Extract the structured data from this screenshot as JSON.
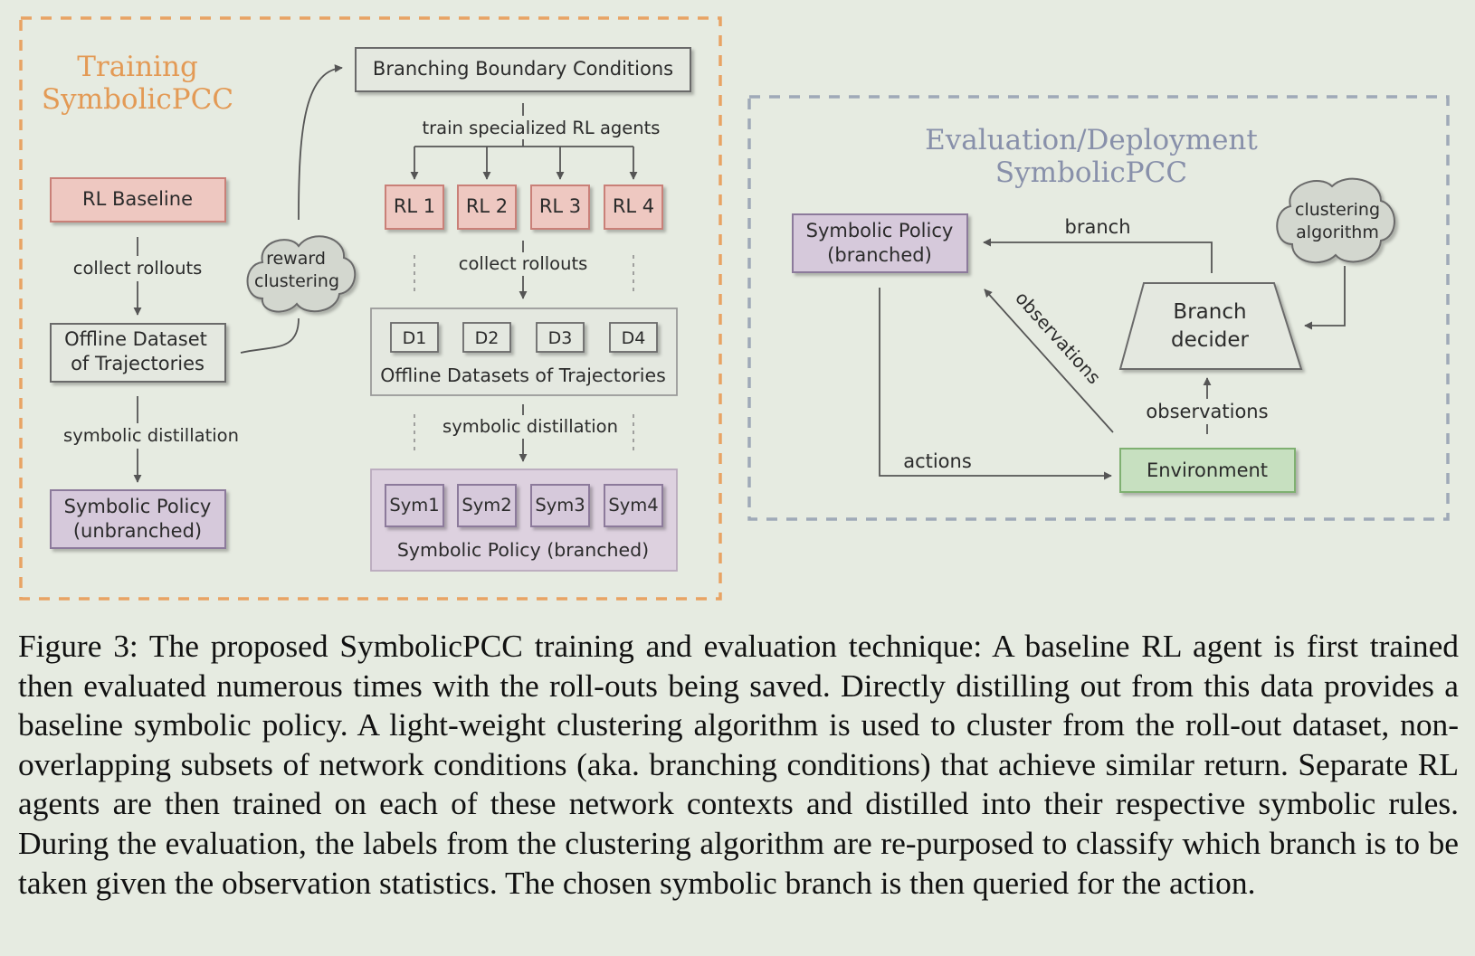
{
  "training": {
    "title_line1": "Training",
    "title_line2": "SymbolicPCC",
    "rl_baseline": "RL Baseline",
    "collect_rollouts": "collect rollouts",
    "offline_dataset_line1": "Offline Dataset",
    "offline_dataset_line2": "of Trajectories",
    "symbolic_distillation": "symbolic distillation",
    "symbolic_unbranched_line1": "Symbolic Policy",
    "symbolic_unbranched_line2": "(unbranched)",
    "reward_clustering_line1": "reward",
    "reward_clustering_line2": "clustering",
    "branching_conditions": "Branching Boundary Conditions",
    "train_agents": "train specialized RL agents",
    "rl_agents": [
      "RL 1",
      "RL 2",
      "RL 3",
      "RL 4"
    ],
    "collect_rollouts_2": "collect rollouts",
    "datasets": [
      "D1",
      "D2",
      "D3",
      "D4"
    ],
    "datasets_label": "Offline Datasets of Trajectories",
    "symbolic_distillation_2": "symbolic distillation",
    "syms": [
      "Sym1",
      "Sym2",
      "Sym3",
      "Sym4"
    ],
    "sym_branched_label": "Symbolic Policy (branched)"
  },
  "evaluation": {
    "title_line1": "Evaluation/Deployment",
    "title_line2": "SymbolicPCC",
    "symbolic_branched_line1": "Symbolic Policy",
    "symbolic_branched_line2": "(branched)",
    "branch": "branch",
    "clustering_line1": "clustering",
    "clustering_line2": "algorithm",
    "branch_decider_line1": "Branch",
    "branch_decider_line2": "decider",
    "observations_diag": "observations",
    "observations": "observations",
    "actions": "actions",
    "environment": "Environment"
  },
  "colors": {
    "training_border": "#e8a364",
    "training_title": "#e39a55",
    "eval_border": "#9fa9b8",
    "eval_title": "#8890aa",
    "rl_fill": "#eec8c1",
    "rl_stroke": "#c98078",
    "sym_fill": "#d6c9db",
    "sym_stroke": "#8c7a9b",
    "gray_fill": "#e4e8e0",
    "gray_stroke": "#6a6a6a",
    "env_fill": "#c7e0c0",
    "env_stroke": "#7fb071"
  },
  "caption": "Figure 3: The proposed SymbolicPCC training and evaluation technique: A baseline RL agent is first trained then evaluated numerous times with the roll-outs being saved. Directly distilling out from this data provides a baseline symbolic policy. A light-weight clustering algorithm is used to cluster from the roll-out dataset, non-overlapping subsets of network conditions (aka. branching conditions) that achieve similar return. Separate RL agents are then trained on each of these network contexts and distilled into their respective symbolic rules. During the evaluation, the labels from the clustering algorithm are re-purposed to classify which branch is to be taken given the observation statistics. The chosen symbolic branch is then queried for the action."
}
